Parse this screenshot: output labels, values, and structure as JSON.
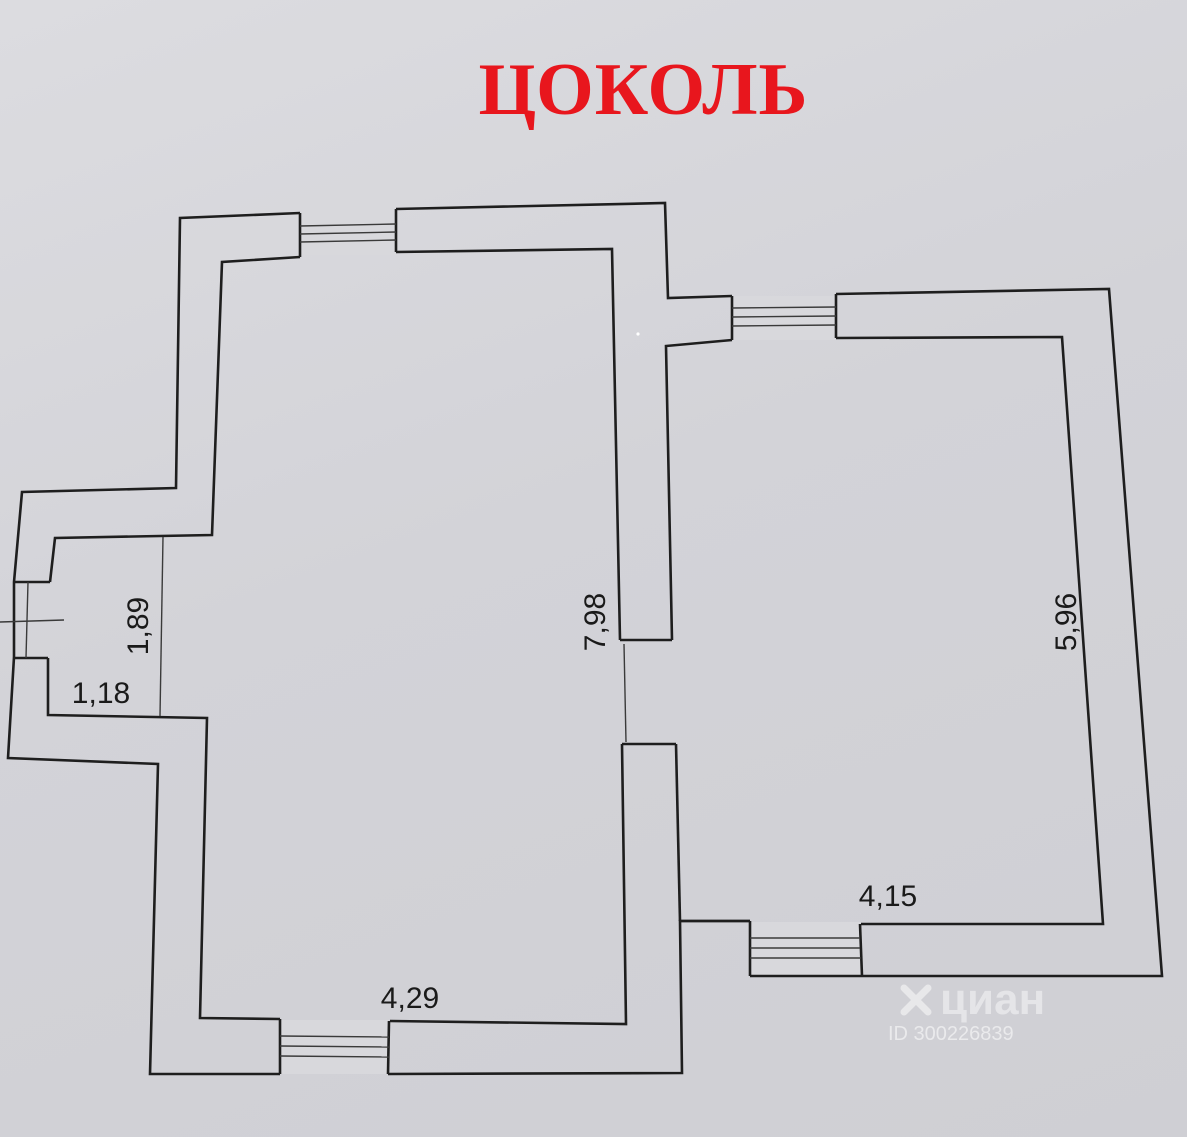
{
  "title": "ЦОКОЛЬ",
  "dimensions": {
    "small_room_height": "1,89",
    "small_room_width": "1,18",
    "left_room_height": "7,98",
    "left_room_width": "4,29",
    "right_room_height": "5,96",
    "right_room_width": "4,15"
  },
  "watermark": {
    "brand": "циан",
    "id": "ID 300226839"
  },
  "colors": {
    "title": "#e8161d",
    "lines": "#1e1e1e",
    "paper": "#d6d6da"
  }
}
